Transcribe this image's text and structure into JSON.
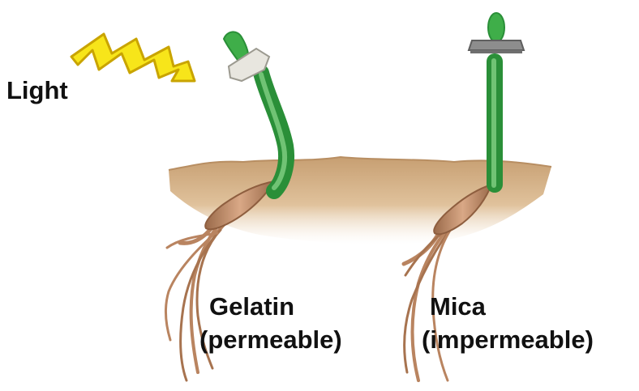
{
  "labels": {
    "light": "Light",
    "gelatin_name": "Gelatin",
    "gelatin_property": "(permeable)",
    "mica_name": "Mica",
    "mica_property": "(impermeable)"
  },
  "colors": {
    "lightning_fill": "#f7e51a",
    "lightning_stroke": "#c9a400",
    "soil": "#d8b48a",
    "soil_shadow": "#c59c6e",
    "coleoptile_green": "#3fae49",
    "coleoptile_highlight": "#8fd88f",
    "gelatin_block": "#e8e6df",
    "mica_block": "#8d8d8d",
    "root": "#b98460",
    "root_dark": "#8e5e3f"
  }
}
